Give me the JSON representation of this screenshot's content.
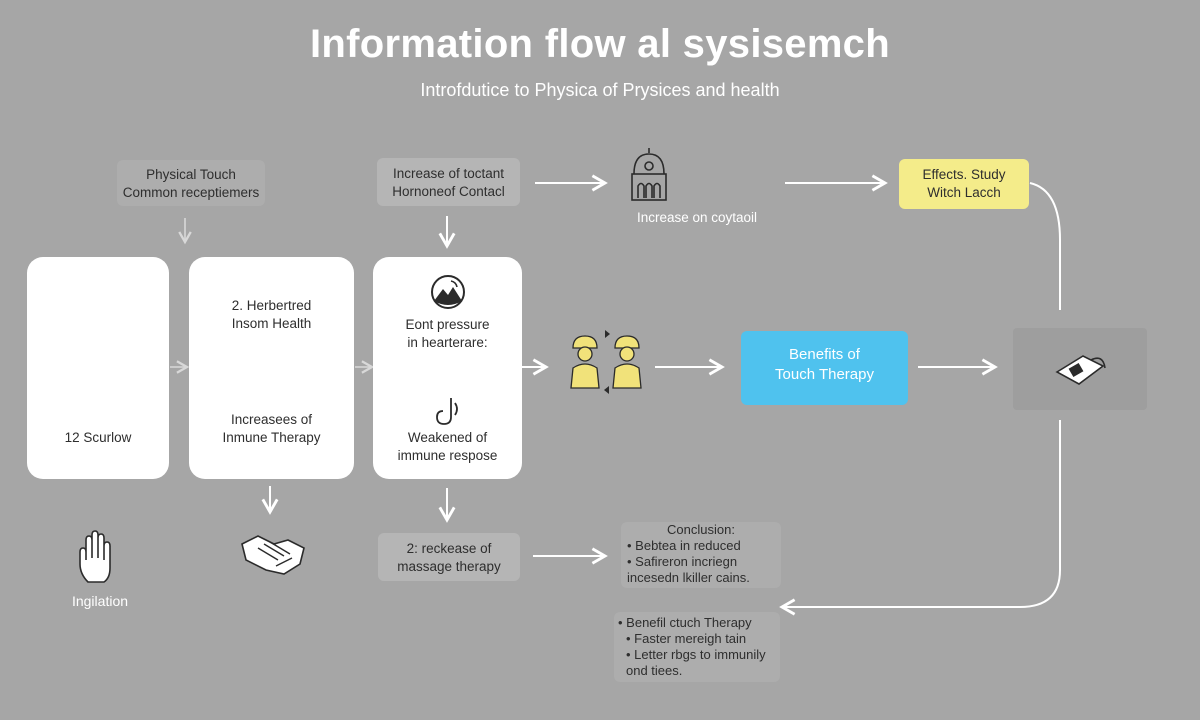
{
  "header": {
    "title": "Information flow al sysisemch",
    "subtitle": "Introfdutice to Physica of Prysices and health"
  },
  "nodes": {
    "physical_touch": [
      "Physical Touch",
      "Common receptiemers"
    ],
    "increase_hormone": [
      "Increase of toctant",
      "Hornoneof Contacl"
    ],
    "increase_cortisol": "Increase on coytaoil",
    "effects_study": [
      "Effects. Study",
      "Witch Lacch"
    ],
    "card_scurlow": "12 Scurlow",
    "card_herbertred": [
      "2. Herbertred",
      "Insom Health"
    ],
    "card_increases_immune": [
      "Increasees of",
      "Inmune Therapy"
    ],
    "card_eont_pressure": [
      "Eont pressure",
      "in hearterare:"
    ],
    "card_weakened": [
      "Weakened of",
      "immune respose"
    ],
    "benefits": [
      "Benefits of",
      "Touch Therapy"
    ],
    "release_massage": [
      "2: reckease of",
      "massage therapy"
    ],
    "ingilation": "Ingilation",
    "conclusion": {
      "heading": "Conclusion:",
      "items": [
        "• Bebtea in reduced",
        "• Safireron incriegn",
        "incesedn lkiller cains."
      ]
    },
    "benefit_list": {
      "heading": "• Benefil ctuch Therapy",
      "items": [
        "• Faster mereigh tain",
        "• Letter rbgs to immunily",
        "ond tiees."
      ]
    }
  },
  "colors": {
    "background": "#a6a6a6",
    "effects_box": "#f4ec8a",
    "benefits_box": "#4fc2ee",
    "connector": "#ffffff"
  },
  "icons": [
    "building-dome-icon",
    "mountain-circle-icon",
    "two-workers-icon",
    "stethoscope-icon",
    "bandage-device-icon",
    "open-hand-icon",
    "handshake-icon"
  ]
}
